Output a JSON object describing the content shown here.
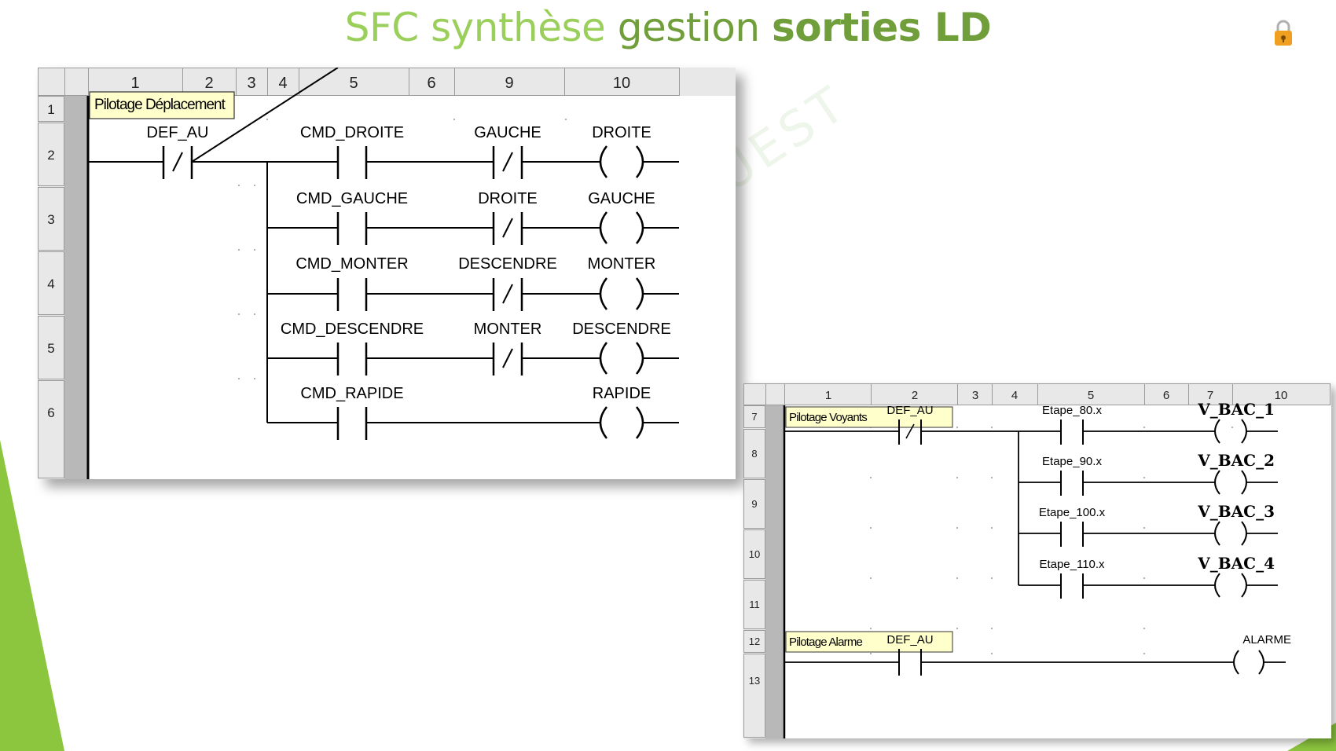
{
  "slide": {
    "title_parts": [
      "SFC",
      "synthèse",
      "gestion",
      "sorties LD"
    ],
    "watermark": "AEI FORMATION OUEST",
    "colors": {
      "title_light": "#9bcf5b",
      "title_dark": "#6f9e3a",
      "accent_green": "#8cc63f",
      "lock": "#f0a020"
    },
    "icons": [
      "lock-icon"
    ]
  },
  "panel_a": {
    "columns": [
      "1",
      "2",
      "3",
      "4",
      "5",
      "6",
      "9",
      "10"
    ],
    "rows": [
      "1",
      "2",
      "3",
      "4",
      "5",
      "6"
    ],
    "comment": "Pilotage  Déplacement",
    "first_contact": "DEF_AU",
    "rungs": [
      {
        "contact": "CMD_DROITE",
        "interlock": "GAUCHE",
        "coil": "DROITE"
      },
      {
        "contact": "CMD_GAUCHE",
        "interlock": "DROITE",
        "coil": "GAUCHE"
      },
      {
        "contact": "CMD_MONTER",
        "interlock": "DESCENDRE",
        "coil": "MONTER"
      },
      {
        "contact": "CMD_DESCENDRE",
        "interlock": "MONTER",
        "coil": "DESCENDRE"
      },
      {
        "contact": "CMD_RAPIDE",
        "interlock": "",
        "coil": "RAPIDE"
      }
    ]
  },
  "panel_b": {
    "columns": [
      "1",
      "2",
      "3",
      "4",
      "5",
      "6",
      "7",
      "10"
    ],
    "rows": [
      "7",
      "8",
      "9",
      "10",
      "11",
      "12",
      "13"
    ],
    "comment_1": "Pilotage Voyants",
    "first_contact": "DEF_AU",
    "rungs": [
      {
        "contact": "Etape_80.x",
        "coil": "V_BAC_1"
      },
      {
        "contact": "Etape_90.x",
        "coil": "V_BAC_2"
      },
      {
        "contact": "Etape_100.x",
        "coil": "V_BAC_3"
      },
      {
        "contact": "Etape_110.x",
        "coil": "V_BAC_4"
      }
    ],
    "comment_2": "Pilotage Alarme",
    "alarm_contact": "DEF_AU",
    "alarm_coil": "ALARME"
  }
}
